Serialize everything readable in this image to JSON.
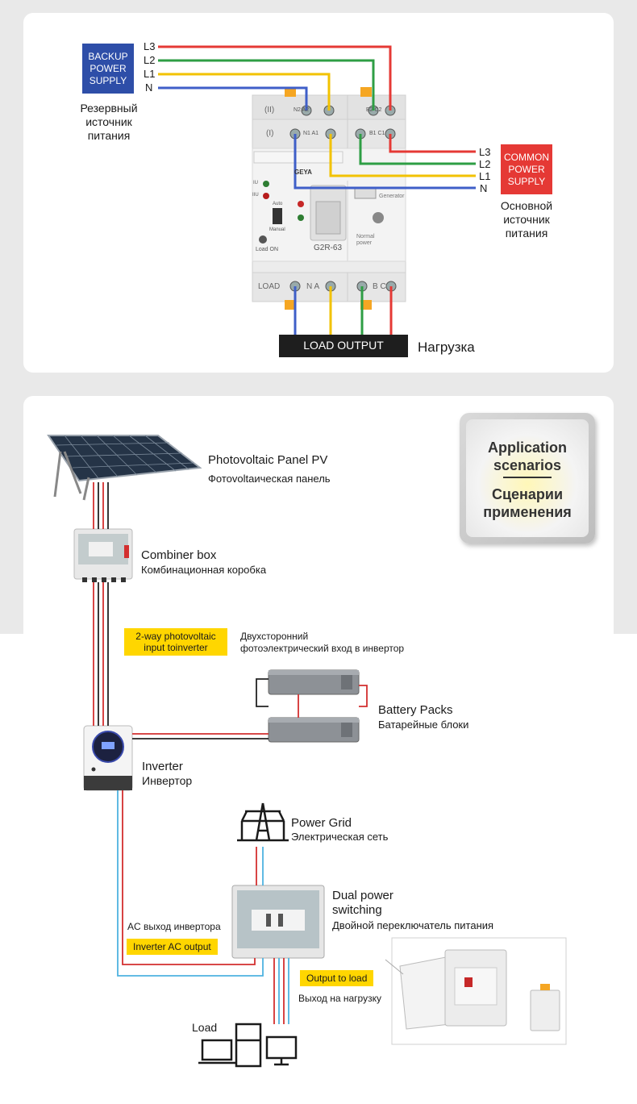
{
  "top": {
    "backup_label": "BACKUP\nPOWER\nSUPPLY",
    "backup_ru": "Резервный\nисточник\nпитания",
    "common_label": "COMMON\nPOWER\nSUPPLY",
    "common_ru": "Основной\nисточник\nпитания",
    "phases": [
      "L3",
      "L2",
      "L1",
      "N"
    ],
    "load_output": "LOAD OUTPUT",
    "load_ru": "Нагрузка",
    "device": {
      "row2": "(II)",
      "row1": "(I)",
      "t_n2a2": "N2 A2",
      "t_b2c2": "B2 C2",
      "t_n1a1": "N1 A1",
      "t_b1c1": "B1 C1",
      "brand": "GEYA",
      "model": "G2R-63",
      "generator": "Generator",
      "normal": "Normal\npower",
      "auto": "Auto",
      "manual": "Manual",
      "load_on": "Load ON",
      "iu": "IU",
      "iiu": "IIU",
      "load": "LOAD",
      "na": "N A",
      "bc": "B C"
    },
    "colors": {
      "red": "#e53935",
      "green": "#2e9e44",
      "yellow": "#f2c200",
      "blue": "#3f5fc8"
    }
  },
  "bottom": {
    "scenarios_en": "Application\nscenarios",
    "scenarios_ru": "Сценарии\nприменения",
    "pv_en": "Photovoltaic Panel PV",
    "pv_ru": "Фотоvoltаическая панель",
    "combiner_en": "Combiner box",
    "combiner_ru": "Комбинационная коробка",
    "two_way_en": "2-way photovoltaic\ninput toinverter",
    "two_way_ru": "Двухсторонний\nфотоэлектрический вход в инвертор",
    "battery_en": "Battery Packs",
    "battery_ru": "Батарейные блоки",
    "inverter_en": "Inverter",
    "inverter_ru": "Инвертор",
    "grid_en": "Power Grid",
    "grid_ru": "Электрическая сеть",
    "dual_en": "Dual power\nswitching",
    "dual_ru": "Двойной переключатель питания",
    "ac_ru": "AC выход инвертора",
    "ac_en": "Inverter AC output",
    "out_en": "Output to load",
    "out_ru": "Выход на нагрузку",
    "load_en": "Load"
  }
}
